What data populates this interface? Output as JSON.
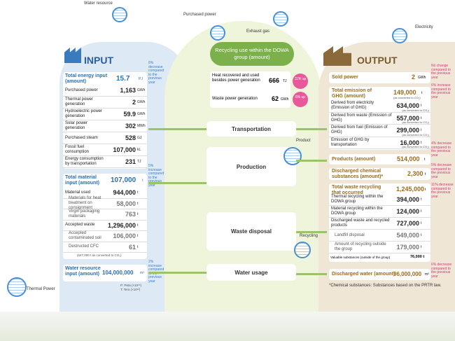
{
  "top": {
    "water_resource": "Water resource",
    "purchased_power": "Purchased power",
    "exhaust_gas": "Exhaust gas",
    "electricity": "Electricity",
    "recycling_pill": "Recycling use within the DOWA group (amount)"
  },
  "input": {
    "title": "INPUT",
    "energy": {
      "header": "Total energy input (amount)",
      "total": "15.7",
      "total_unit": "PJ",
      "note": "6% decrease compared to the previous year",
      "rows": [
        {
          "name": "Purchased power",
          "value": "1,163",
          "unit": "GWh"
        },
        {
          "name": "Thermal power generation",
          "value": "2",
          "unit": "GWh"
        },
        {
          "name": "Hydroelectric power generation",
          "value": "59.9",
          "unit": "GWh"
        },
        {
          "name": "Solar power generation",
          "value": "302",
          "unit": "MWh"
        },
        {
          "name": "Purchased steam",
          "value": "528",
          "unit": "GJ"
        },
        {
          "name": "Fossil fuel consumption",
          "value": "107,000",
          "unit": "kL"
        },
        {
          "name": "Energy consumption by transportation",
          "value": "231",
          "unit": "TJ"
        }
      ]
    },
    "material": {
      "header": "Total material input (amount)",
      "total": "107,000",
      "total_unit": "t",
      "note": "5% increase compared to the previous year",
      "rows": [
        {
          "name": "Material used",
          "value": "944,000",
          "unit": "t",
          "sub": false
        },
        {
          "name": "Materials for heat treatment on consignment",
          "value": "58,000",
          "unit": "t",
          "sub": true
        },
        {
          "name": "Virgin packaging materials",
          "value": "763",
          "unit": "t",
          "sub": true
        },
        {
          "name": "Accepted waste",
          "value": "1,296,000",
          "unit": "t",
          "sub": false
        },
        {
          "name": "Accepted contaminated soil",
          "value": "106,000",
          "unit": "t",
          "sub": true
        },
        {
          "name": "Destructed CFC",
          "value": "61",
          "unit": "t",
          "sub": true
        }
      ],
      "footnote": "(547,000 t as converted to CO₂)"
    },
    "water": {
      "header": "Water resource input (amount)",
      "total": "104,000,000",
      "total_unit": "m³",
      "note": "2% increase compared to the previous year"
    },
    "thermal_power": "Thermal Power",
    "unit_legend_1": "P: Peta (×10¹⁵)",
    "unit_legend_2": "T: Tera (×10¹²)"
  },
  "center": {
    "recycled": {
      "rows": [
        {
          "name": "Heat recovered and used besides power generation",
          "value": "666",
          "unit": "TJ",
          "note": "11% up"
        },
        {
          "name": "Waste power generation",
          "value": "62",
          "unit": "GWh",
          "note": "6% up"
        }
      ]
    },
    "transportation": "Transportation",
    "production": "Production",
    "product": "Product",
    "waste_disposal": "Waste disposal",
    "recycling": "Recycling",
    "water_usage": "Water usage"
  },
  "output": {
    "title": "OUTPUT",
    "sold_power": {
      "name": "Sold power",
      "value": "2",
      "unit": "GWh",
      "note": "No change compared to the previous year"
    },
    "ghg": {
      "header": "Total emission of GHG (amount)",
      "total": "149,000",
      "total_unit": "t",
      "total_sub": "(as converted to CO₂)",
      "note": "6% increase compared to the previous year",
      "rows": [
        {
          "name": "Derived from electricity (Emission of GHG)",
          "value": "634,000",
          "unit": "t",
          "conv": "(as converted to CO₂)"
        },
        {
          "name": "Derived from waste (Emission of GHG)",
          "value": "557,000",
          "unit": "t",
          "conv": "(as converted to CO₂)"
        },
        {
          "name": "Derived from fuel (Emission of GHG)",
          "value": "299,000",
          "unit": "t",
          "conv": "(as converted to CO₂)"
        },
        {
          "name": "Emission of GHG by transportation",
          "value": "16,000",
          "unit": "t",
          "conv": "(as converted to CO₂)"
        }
      ]
    },
    "products": {
      "name": "Products (amount)",
      "value": "514,000",
      "unit": "t",
      "note": "4% decrease compared to the previous year"
    },
    "chemicals": {
      "name": "Discharged chemical substances (amount)*",
      "value": "2,300",
      "unit": "t",
      "note": "5% decrease compared to the previous year"
    },
    "waste": {
      "header": "Total waste recycling that occurred",
      "total": "1,245,000",
      "total_unit": "t",
      "note": "11% decrease compared to the previous year",
      "rows": [
        {
          "name": "Thermal recycling within the DOWA group",
          "value": "394,000",
          "unit": "t",
          "sub": false
        },
        {
          "name": "Material recycling within the DOWA group",
          "value": "124,000",
          "unit": "t",
          "sub": false
        },
        {
          "name": "Discharged waste and recycled products",
          "value": "727,000",
          "unit": "t",
          "sub": false
        },
        {
          "name": "Landfill disposal",
          "value": "549,000",
          "unit": "t",
          "sub": true
        },
        {
          "name": "Amount of recycling outside the group",
          "value": "179,000",
          "unit": "t",
          "sub": true
        }
      ],
      "valuable": "Valuable substances (outside of the group)",
      "valuable_value": "76,000 t"
    },
    "water": {
      "name": "Discharged water (amount)",
      "value": "96,000,000",
      "unit": "m³",
      "note": "6% decrease compared to the previous year"
    },
    "footnote": "*Chemical substances: Substances based on the PRTR law."
  },
  "colors": {
    "input": "#2a6fb0",
    "output": "#9a6a1a",
    "recycle": "#7bb04a",
    "badge": "#e8589a"
  }
}
